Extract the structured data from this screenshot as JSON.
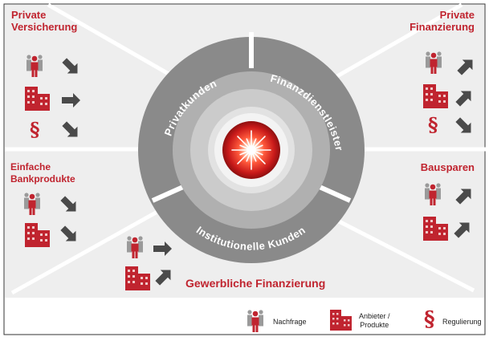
{
  "panels": {
    "private_versicherung": {
      "title": "Private\nVersicherung"
    },
    "private_finanzierung": {
      "title": "Private\nFinanzierung"
    },
    "einfache_bankprodukte": {
      "title": "Einfache\nBankprodukte"
    },
    "bausparen": {
      "title": "Bausparen"
    },
    "gewerbliche_finanzierung": {
      "title": "Gewerbliche Finanzierung"
    }
  },
  "ring": {
    "segments": [
      "Privatkunden",
      "Finanzdienstleister",
      "Institutionelle Kunden"
    ]
  },
  "symbols": {
    "paragraph": "§"
  },
  "legend": {
    "nachfrage": "Nachfrage",
    "anbieter": "Anbieter /\nProdukte",
    "regulierung": "Regulierung"
  },
  "colors": {
    "accent_red": "#c0242f",
    "panel_gray": "#eeeeee",
    "ring_dark": "#8a8a8a",
    "arrow_gray": "#4a4a4a"
  }
}
